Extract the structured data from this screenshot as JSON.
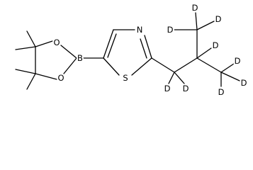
{
  "molecule": {
    "atoms": {
      "ring_O1": "O",
      "ring_O2": "O",
      "boron": "B",
      "thiazole_N": "N",
      "thiazole_S": "S",
      "D_top_left": "D",
      "D_top": "D",
      "D_top_right": "D",
      "D_methine": "D",
      "D_ch2_left": "D",
      "D_ch2_right": "D",
      "D_right_top": "D",
      "D_right_end": "D",
      "D_right_bottom": "D"
    },
    "colors": {
      "bond": "#000000",
      "text": "#000000",
      "background": "#ffffff"
    }
  }
}
